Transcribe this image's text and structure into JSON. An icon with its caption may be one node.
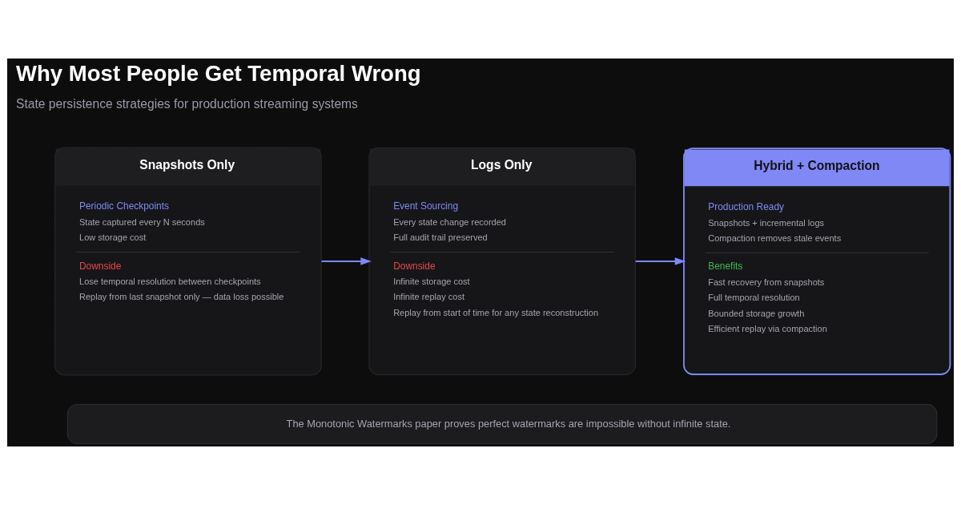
{
  "diagram": {
    "title": "Why Most People Get Temporal Wrong",
    "nodes": [
      {
        "text": [
          "Snapshots Only",
          "Periodic Checkpoints",
          "State captured every N seconds",
          "Low storage cost",
          "Downside",
          "Lose temporal resolution between checkpoints",
          "Replay from last snapshot only — data loss possible"
        ]
      },
      {
        "text": [
          "Logs Only",
          "Event Sourcing",
          "Every state change recorded",
          "Full audit trail preserved",
          "Downside",
          "Infinite storage cost",
          "Infinite replay cost",
          "Replay from start of time for any state reconstruction"
        ]
      },
      {
        "text": [
          "Hybrid + Compaction",
          "Production Ready",
          "Snapshots + incremental logs",
          "Compaction removes stale events",
          "Benefits",
          "Fast recovery from snapshots",
          "Full temporal resolution",
          "Bounded storage growth",
          "Efficient replay via compaction"
        ]
      },
      {
        "text": [
          "The Monotonic Watermarks paper proves perfect watermarks are impossible without infinite state."
        ]
      }
    ],
    "edges": [
      {
        "from": 0,
        "to": 1,
        "arrow": "to"
      },
      {
        "from": 1,
        "to": 2,
        "arrow": "to"
      }
    ],
    "labels": [
      "State persistence strategies for production streaming systems"
    ]
  }
}
